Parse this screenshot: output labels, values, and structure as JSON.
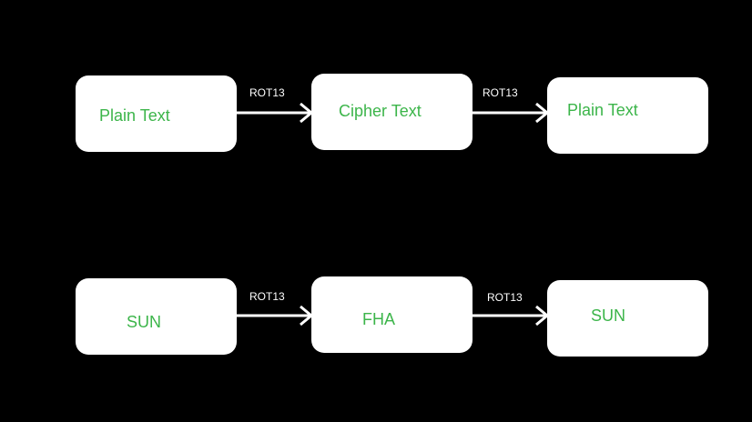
{
  "colors": {
    "background": "#000000",
    "box_fill": "#ffffff",
    "label_text": "#3cb54a",
    "arrow": "#ffffff",
    "edge_label": "#ffffff"
  },
  "rows": [
    {
      "nodes": [
        {
          "label": "Plain Text"
        },
        {
          "label": "Cipher Text"
        },
        {
          "label": "Plain Text"
        }
      ],
      "edges": [
        {
          "label": "ROT13"
        },
        {
          "label": "ROT13"
        }
      ]
    },
    {
      "nodes": [
        {
          "label": "SUN"
        },
        {
          "label": "FHA"
        },
        {
          "label": "SUN"
        }
      ],
      "edges": [
        {
          "label": "ROT13"
        },
        {
          "label": "ROT13"
        }
      ]
    }
  ]
}
